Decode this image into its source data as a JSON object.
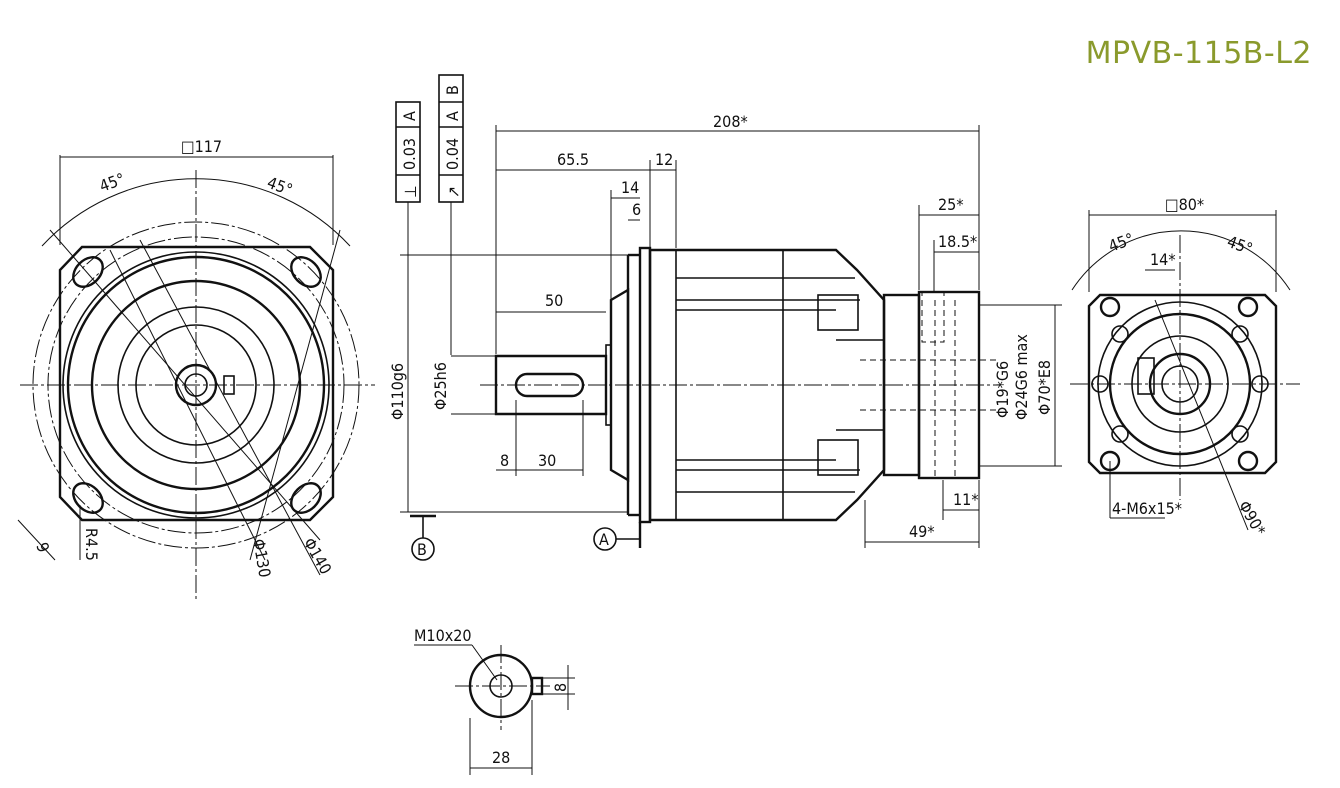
{
  "title": "MPVB-115B-L2",
  "left_view": {
    "square": "□117",
    "angle_left": "45°",
    "angle_right": "45°",
    "hole_dia": "9",
    "corner_radius": "R4.5",
    "pcd_inner": "Φ130",
    "pcd_outer": "Φ140"
  },
  "tolerances": {
    "frame1": [
      "⊥",
      "0.03",
      "A"
    ],
    "frame2": [
      "↗",
      "0.04",
      "A",
      "B"
    ]
  },
  "side_view": {
    "overall_length": "208*",
    "flange_offset": "65.5",
    "flange_thick": "12",
    "pilot_len": "14",
    "pilot_step": "6",
    "shaft_len": "50",
    "key_offset": "8",
    "key_len": "30",
    "shaft_dia": "Φ25h6",
    "pilot_dia": "Φ110g6",
    "input_len": "25*",
    "input_depth": "18.5*",
    "bore_dia": "Φ19*G6",
    "motor_shaft": "Φ24G6 max",
    "motor_pilot": "Φ70*E8",
    "input_flange": "11*",
    "input_total": "49*",
    "datum_a": "A",
    "datum_b": "B"
  },
  "right_view": {
    "square": "□80*",
    "angle_left": "45°",
    "angle_right": "45°",
    "clamp_dim": "14*",
    "holes": "4-M6x15*",
    "pcd": "Φ90*"
  },
  "end_view": {
    "thread": "M10x20",
    "key_width": "8",
    "key_height": "28"
  }
}
